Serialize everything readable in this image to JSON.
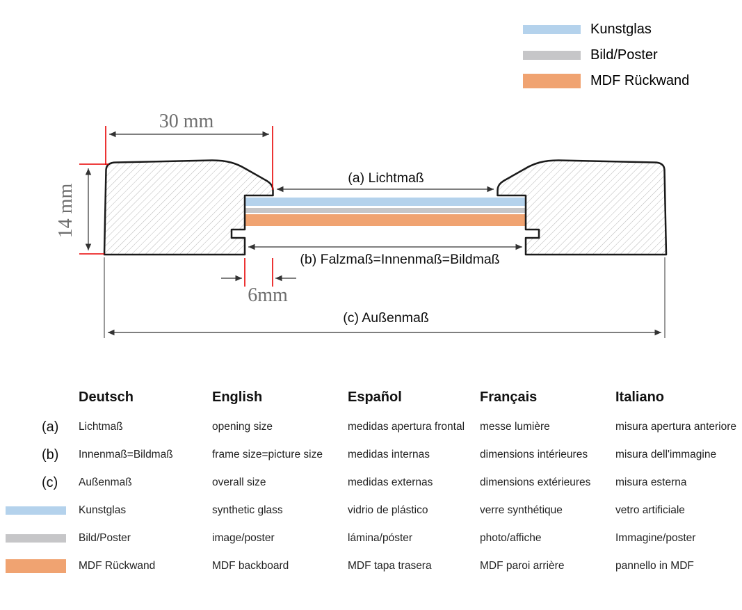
{
  "legend": {
    "items": [
      {
        "name": "kunstglas",
        "label": "Kunstglas",
        "color": "#b4d2ec"
      },
      {
        "name": "bild-poster",
        "label": "Bild/Poster",
        "color": "#c6c6c8"
      },
      {
        "name": "mdf-rueckwand",
        "label": "MDF Rückwand",
        "color": "#f0a371"
      }
    ]
  },
  "diagram": {
    "dim_30mm": "30 mm",
    "dim_14mm": "14 mm",
    "dim_6mm": "6mm",
    "label_a": "(a) Lichtmaß",
    "label_b": "(b) Falzmaß=Innenmaß=Bildmaß",
    "label_c": "(c) Außenmaß"
  },
  "colors": {
    "kunstglas": "#b4d2ec",
    "bild_poster": "#c6c6c8",
    "mdf": "#f0a371",
    "dimension_red": "#e80000",
    "outline": "#1a1a1a"
  },
  "table": {
    "headers": [
      "Deutsch",
      "English",
      "Español",
      "Français",
      "Italiano"
    ],
    "rows": [
      {
        "label": "(a)",
        "de": "Lichtmaß",
        "en": "opening size",
        "es": "medidas apertura frontal",
        "fr": "messe lumière",
        "it": "misura apertura anteriore"
      },
      {
        "label": "(b)",
        "de": "Innenmaß=Bildmaß",
        "en": "frame size=picture size",
        "es": "medidas internas",
        "fr": "dimensions intérieures",
        "it": "misura dell'immagine"
      },
      {
        "label": "(c)",
        "de": "Außenmaß",
        "en": "overall size",
        "es": "medidas externas",
        "fr": "dimensions extérieures",
        "it": "misura esterna"
      },
      {
        "swatch": "kunstglas",
        "de": "Kunstglas",
        "en": "synthetic glass",
        "es": "vidrio de plástico",
        "fr": "verre synthétique",
        "it": "vetro artificiale"
      },
      {
        "swatch": "bild-poster",
        "de": "Bild/Poster",
        "en": "image/poster",
        "es": "lámina/póster",
        "fr": "photo/affiche",
        "it": "Immagine/poster"
      },
      {
        "swatch": "mdf-rueckwand",
        "de": "MDF Rückwand",
        "en": "MDF backboard",
        "es": "MDF tapa trasera",
        "fr": "MDF paroi arrière",
        "it": "pannello in MDF"
      }
    ]
  }
}
